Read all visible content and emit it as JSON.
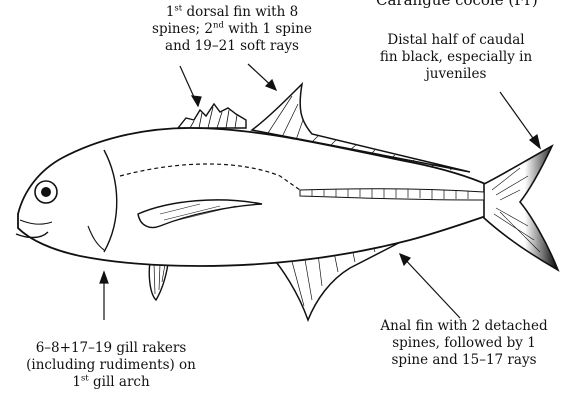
{
  "title": "Carangue cocole (Fr)",
  "labels": {
    "dorsal": {
      "line1_pre": "1",
      "line1_sup": "st",
      "line1_post": " dorsal fin with 8",
      "line2_pre": "spines; 2",
      "line2_sup": "nd",
      "line2_post": " with 1 spine",
      "line3": "and 19–21 soft rays"
    },
    "caudal": {
      "line1": "Distal half of caudal",
      "line2": "fin black, especially in",
      "line3": "juveniles"
    },
    "anal": {
      "line1": "Anal fin with 2 detached",
      "line2": "spines, followed by 1",
      "line3": "spine and 15–17 rays"
    },
    "gill": {
      "line1": "6–8+17–19 gill rakers",
      "line2": "(including rudiments) on",
      "line3_pre": "1",
      "line3_sup": "st",
      "line3_post": " gill arch"
    }
  },
  "colors": {
    "ink": "#111111",
    "caudal_tip": "#000000"
  }
}
